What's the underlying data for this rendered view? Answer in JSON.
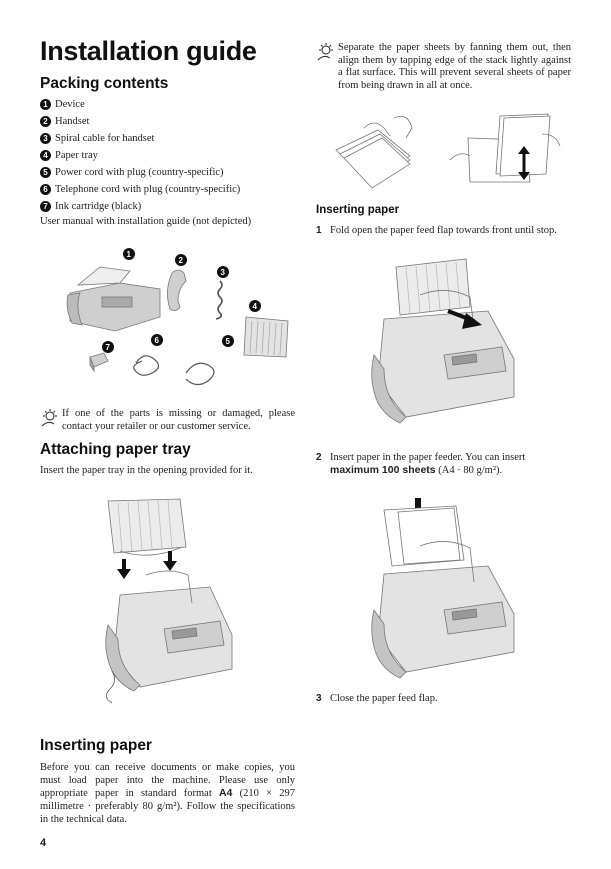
{
  "title": "Installation guide",
  "packing": {
    "heading": "Packing contents",
    "items": [
      {
        "num": "1",
        "label": "Device"
      },
      {
        "num": "2",
        "label": "Handset"
      },
      {
        "num": "3",
        "label": "Spiral cable for handset"
      },
      {
        "num": "4",
        "label": "Paper tray"
      },
      {
        "num": "5",
        "label": "Power cord with plug (country-specific)"
      },
      {
        "num": "6",
        "label": "Telephone cord with plug (country-specific)"
      },
      {
        "num": "7",
        "label": "Ink cartridge (black)"
      }
    ],
    "note": "User manual with installation guide (not depicted)",
    "tip": "If one of the parts is missing or damaged, please contact your retailer or our customer service."
  },
  "attaching": {
    "heading": "Attaching paper tray",
    "text": "Insert the paper tray in the opening provided for it."
  },
  "inserting_left": {
    "heading": "Inserting paper",
    "text_before": "Before you can receive documents or make copies, you must load paper into the machine. Please use only appropriate paper in standard format ",
    "format": "A4",
    "text_after": " (210 × 297 millimetre · preferably 80 g/m²). Follow the specifications in the technical data."
  },
  "right": {
    "tip": "Separate the paper sheets by fanning them out, then align them by tapping edge of the stack lightly against a flat surface. This will prevent several sheets of paper from being drawn in all at once.",
    "heading": "Inserting paper",
    "steps": [
      {
        "num": "1",
        "text_before": "Fold open the paper feed flap towards front until stop.",
        "bold": "",
        "text_after": ""
      },
      {
        "num": "2",
        "text_before": "Insert paper in the paper feeder. You can insert ",
        "bold": "maximum 100 sheets",
        "text_after": " (A4 · 80 g/m²)."
      },
      {
        "num": "3",
        "text_before": "Close the paper feed flap.",
        "bold": "",
        "text_after": ""
      }
    ]
  },
  "page_number": "4",
  "icons": {
    "tip": "lightbulb-hand-icon"
  }
}
